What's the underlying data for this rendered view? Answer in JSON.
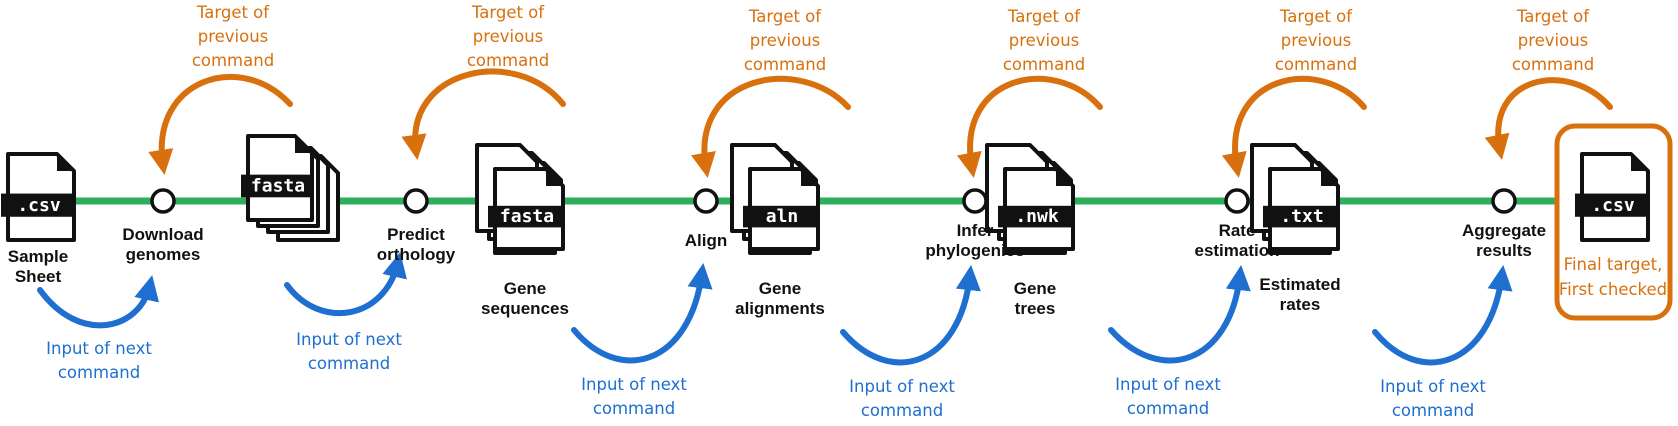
{
  "colors": {
    "pipeline": "#2eae5a",
    "target_arrow": "#d8700e",
    "input_arrow": "#1e6fd0",
    "file_icon": "#111111",
    "final_box": "#d8700e"
  },
  "files": [
    {
      "type": ".csv",
      "label": [
        "Sample",
        "Sheet"
      ],
      "stacked": false
    },
    {
      "type": "fasta",
      "label": [],
      "stacked": true
    },
    {
      "type": "fasta",
      "label": [
        "Gene",
        "sequences"
      ],
      "stacked": true
    },
    {
      "type": "aln",
      "label": [
        "Gene",
        "alignments"
      ],
      "stacked": true
    },
    {
      "type": ".nwk",
      "label": [
        "Gene",
        "trees"
      ],
      "stacked": true
    },
    {
      "type": ".txt",
      "label": [
        "Estimated",
        "rates"
      ],
      "stacked": true
    },
    {
      "type": ".csv",
      "label": [],
      "stacked": false
    }
  ],
  "steps": [
    {
      "label": [
        "Download",
        "genomes"
      ]
    },
    {
      "label": [
        "Predict",
        "orthology"
      ]
    },
    {
      "label": [
        "Align"
      ]
    },
    {
      "label": [
        "Infer",
        "phylogenies"
      ]
    },
    {
      "label": [
        "Rate",
        "estimation"
      ]
    },
    {
      "label": [
        "Aggregate",
        "results"
      ]
    }
  ],
  "target_label": [
    "Target of",
    "previous",
    "command"
  ],
  "input_label": [
    "Input of next",
    "command"
  ],
  "final_label": [
    "Final target,",
    "First checked"
  ]
}
